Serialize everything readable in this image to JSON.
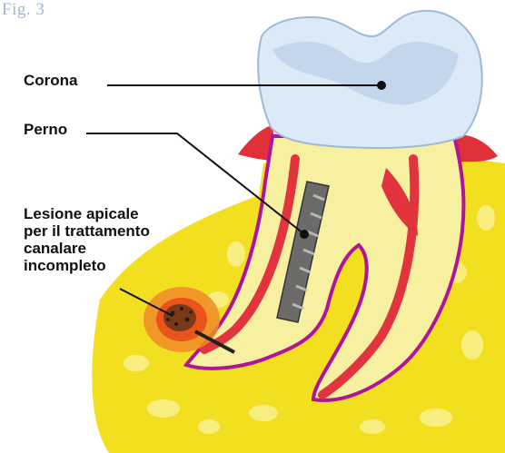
{
  "figure_label": "Fig. 3",
  "labels": {
    "corona": "Corona",
    "perno": "Perno",
    "lesione": [
      "Lesione apicale",
      "per il trattamento",
      "canalare",
      "incompleto"
    ]
  },
  "colors": {
    "bone": "#f2e020",
    "bone_spots": "#f7ee7a",
    "gum": "#e0303a",
    "crown": "#dceaf7",
    "crown_shadow": "#9fb9d8",
    "root_outline": "#b0149a",
    "root_fill": "#f7f0a0",
    "canal": "#e2343e",
    "post": "#6d6b6a",
    "lesion": "#e8541c",
    "leader": "#111111"
  }
}
